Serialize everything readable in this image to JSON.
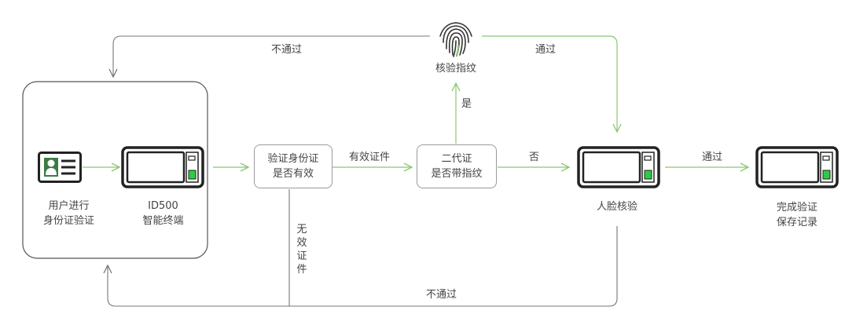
{
  "colors": {
    "accent": "#8ac770",
    "line_gray": "#9a9a9a",
    "text": "#444444",
    "device_frame": "#222222",
    "device_green": "#2ecc40",
    "card_green": "#3a7d44"
  },
  "nodes": {
    "user_label": [
      "用户进行",
      "身份证验证"
    ],
    "terminal_label": [
      "ID500",
      "智能终端"
    ],
    "check_valid": [
      "验证身份证",
      "是否有效"
    ],
    "second_gen": [
      "二代证",
      "是否带指纹"
    ],
    "fingerprint_label": "核验指纹",
    "face_label": "人脸核验",
    "done_label": [
      "完成验证",
      "保存记录"
    ]
  },
  "edges": {
    "valid_doc": "有效证件",
    "invalid_doc": [
      "无",
      "效",
      "证",
      "件"
    ],
    "yes": "是",
    "no": "否",
    "fp_fail": "不通过",
    "fp_pass": "通过",
    "face_pass": "通过",
    "face_fail": "不通过"
  },
  "icons": {
    "id_card": "id-card-icon",
    "fingerprint": "fingerprint-icon",
    "terminal": "terminal-device-icon"
  }
}
